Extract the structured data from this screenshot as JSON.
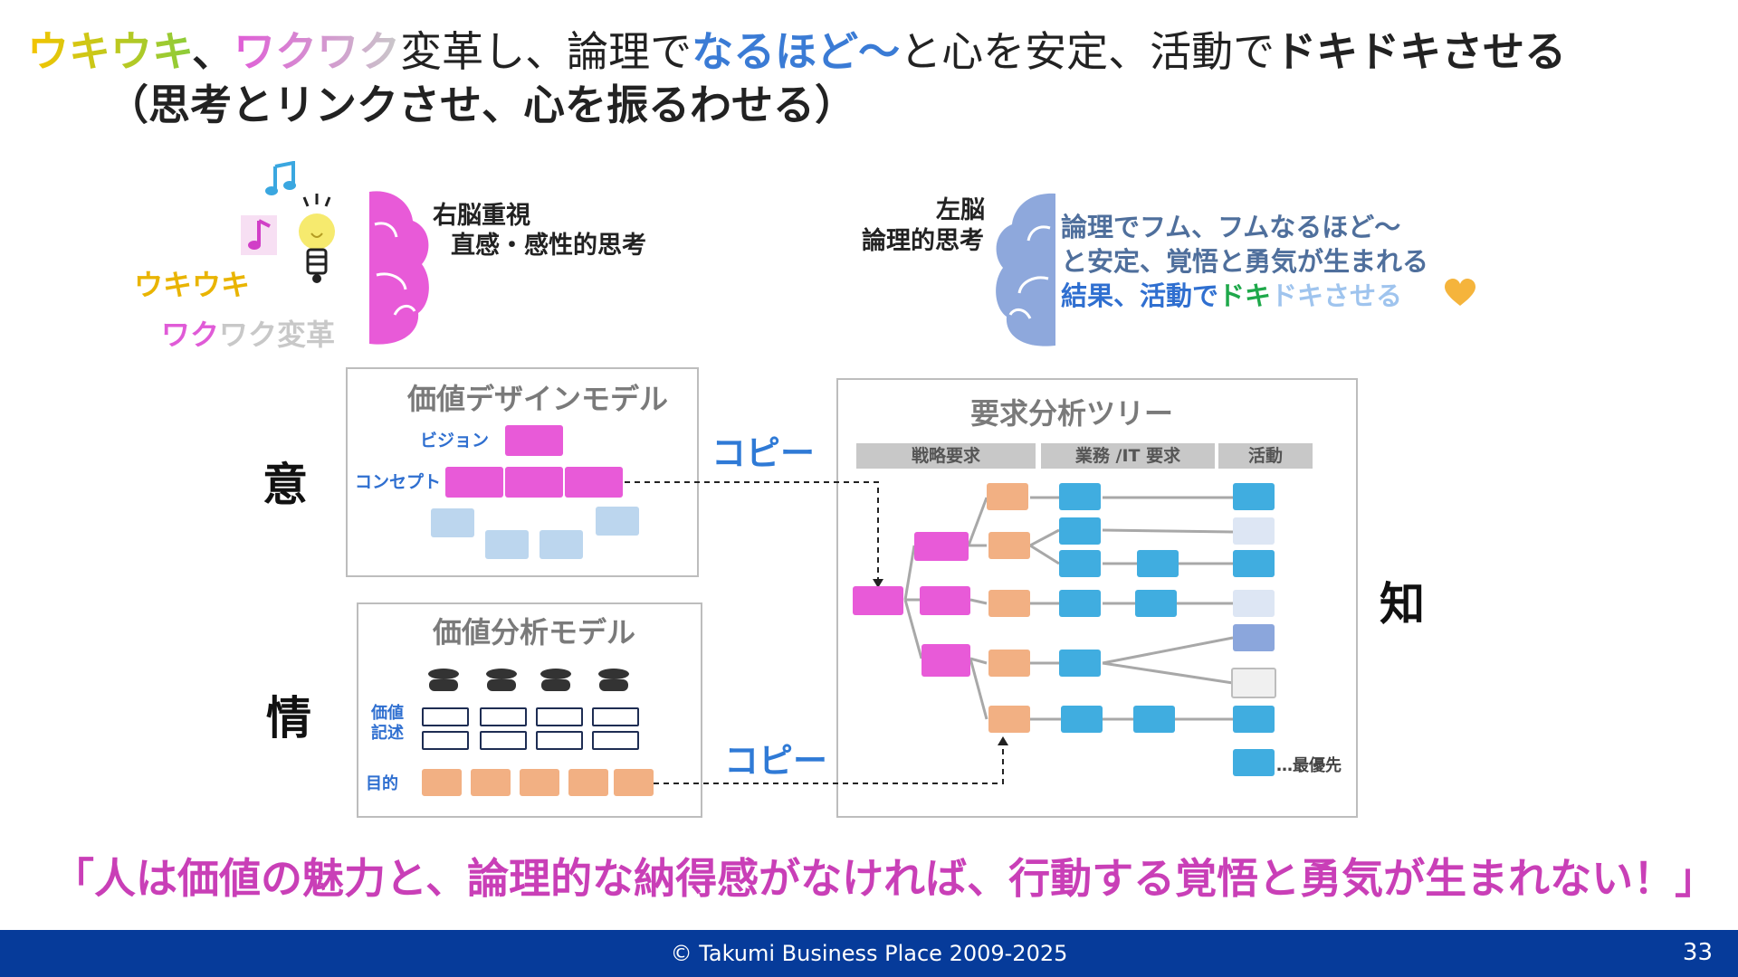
{
  "title": {
    "uki": "ウキウキ",
    "sep1": "、",
    "waku": "ワクワク",
    "part2": "変革し、論理で",
    "naruhodo": "なるほど～",
    "part3": "と心を安定、活動で",
    "dokidoki": "ドキドキさせる",
    "line2": "（思考とリンクさせ、心を振るわせる）"
  },
  "right_brain": {
    "line1": "右脳重視",
    "line2": "直感・感性的思考",
    "uki": "ウキウキ",
    "waku_pink": "ワク",
    "waku_grey": "ワク変革"
  },
  "left_brain": {
    "line1": "左脳",
    "line2": "論理的思考",
    "desc1": "論理でフム、フムなるほど～",
    "desc2": "と安定、覚悟と勇気が生まれる",
    "desc3_a": "結果、活動で",
    "desc3_b": "ドキ",
    "desc3_c": "ドキさせる"
  },
  "value_design": {
    "title": "価値デザインモデル",
    "vision_label": "ビジョン",
    "concept_label": "コンセプト"
  },
  "value_analysis": {
    "title": "価値分析モデル",
    "value_desc_label1": "価値",
    "value_desc_label2": "記述",
    "purpose_label": "目的"
  },
  "requirement_tree": {
    "title": "要求分析ツリー",
    "col1": "戦略要求",
    "col2": "業務 /IT 要求",
    "col3": "活動",
    "legend": "…最優先"
  },
  "copy_label_top": "コピー",
  "copy_label_bottom": "コピー",
  "kanji_i": "意",
  "kanji_jo": "情",
  "kanji_chi": "知",
  "quote": "「人は価値の魅力と、論理的な納得感がなければ、行動する覚悟と勇気が生まれない！」",
  "footer": {
    "copyright": "© Takumi Business Place 2009-2025",
    "page": "33"
  },
  "colors": {
    "pink": "#e85ad8",
    "cyan": "#40ade0",
    "orange": "#f2b083",
    "footer": "#063b9a",
    "quote": "#c93fb7"
  },
  "icons": [
    "music-note-icon",
    "light-bulb-icon",
    "right-brain-icon",
    "left-brain-icon",
    "heart-icon",
    "person-icon"
  ]
}
